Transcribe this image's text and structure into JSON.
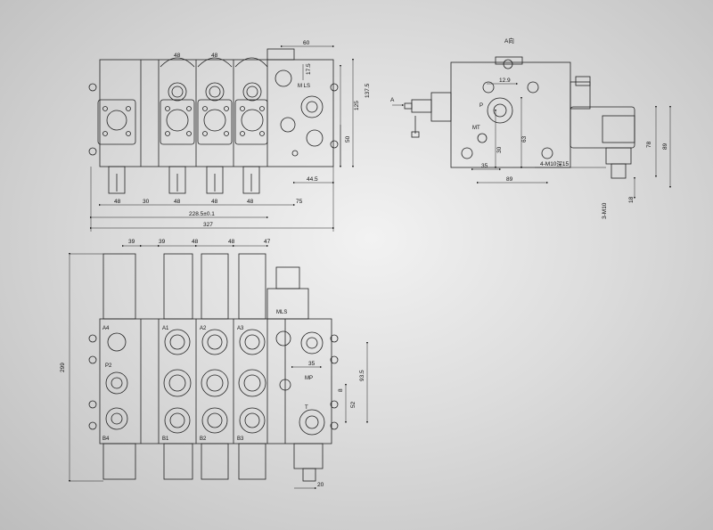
{
  "dims": {
    "top_60": "60",
    "top_175": "17.5",
    "top_1375": "137.5",
    "top_125": "125",
    "top_50": "50",
    "top_445": "44.5",
    "top_48a": "48",
    "top_48b": "48",
    "top_48c": "48",
    "top_48d": "48",
    "top_48e": "48",
    "top_48f": "48",
    "top_30": "30",
    "top_75": "75",
    "top_2285": "228.5±0.1",
    "top_327": "327",
    "front_39a": "39",
    "front_39b": "39",
    "front_48a": "48",
    "front_48b": "48",
    "front_47": "47",
    "front_299": "299",
    "front_35": "35",
    "front_935": "93.5",
    "front_8": "8",
    "front_52": "52",
    "front_20": "20",
    "side_129": "12.9",
    "side_63": "63",
    "side_30": "30",
    "side_35": "35",
    "side_89a": "89",
    "side_78": "78",
    "side_89b": "89",
    "side_18": "18",
    "side_thread1": "4-M10深15",
    "side_thread2": "3-M10"
  },
  "labels": {
    "view_a": "A向",
    "arrow_a": "A",
    "mls_top": "M LS",
    "mls_front": "MLS",
    "port_p_side": "P",
    "port_mt": "MT",
    "port_a4": "A4",
    "port_a1": "A1",
    "port_a2": "A2",
    "port_a3": "A3",
    "port_p2": "P2",
    "port_mp": "MP",
    "port_t": "T",
    "port_b4": "B4",
    "port_b1": "B1",
    "port_b2": "B2",
    "port_b3": "B3"
  }
}
